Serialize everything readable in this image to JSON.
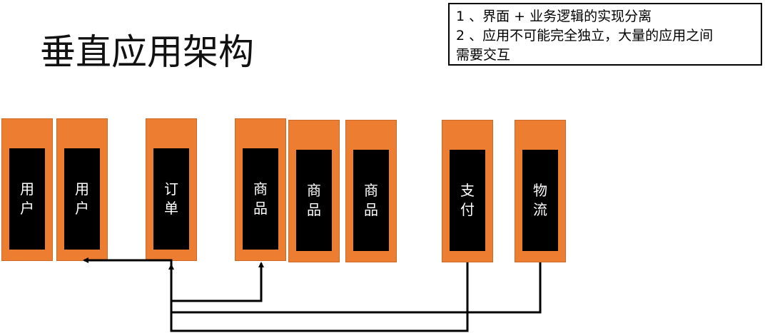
{
  "title": "垂直应用架构",
  "notes": [
    "1 、界面 + 业务逻辑的实现分离",
    "2 、应用不可能完全独立，大量的应用之间",
    "需要交互"
  ],
  "services": [
    {
      "label": "用户"
    },
    {
      "label": "用户"
    },
    {
      "label": "订单"
    },
    {
      "label": "商品"
    },
    {
      "label": "商品"
    },
    {
      "label": "商品"
    },
    {
      "label": "支付"
    },
    {
      "label": "物流"
    }
  ],
  "colors": {
    "service_outer": "#ed7d31",
    "service_inner": "#000000",
    "service_text": "#ffffff",
    "connector": "#000000"
  }
}
